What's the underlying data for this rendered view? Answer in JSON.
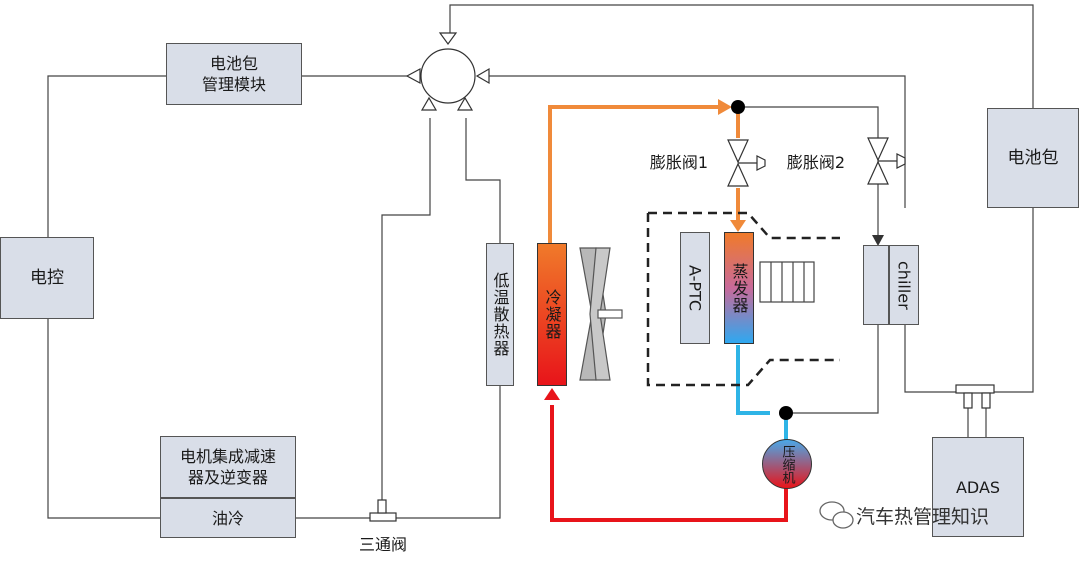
{
  "components": {
    "battery_pack_module": "电池包\n管理模块",
    "motor_control": "电控",
    "motor_reducer_inverter": "电机集成减速\n器及逆变器",
    "oil_cooling": "油冷",
    "three_way_valve": "三通阀",
    "low_temp_radiator": "低温散热器",
    "condenser": "冷凝器",
    "expansion_valve_1": "膨胀阀1",
    "expansion_valve_2": "膨胀阀2",
    "a_ptc": "A-PTC",
    "evaporator": "蒸发器",
    "chiller": "chiller",
    "compressor": "压缩机",
    "battery_pack": "电池包",
    "adas": "ADAS"
  },
  "watermark": "汽车热管理知识",
  "colors": {
    "box_fill": "#d9dee8",
    "refrigerant_hot": "#e8141a",
    "refrigerant_discharge": "#f08a3a",
    "refrigerant_cold": "#2eb4e6",
    "coolant_line": "#444444"
  }
}
